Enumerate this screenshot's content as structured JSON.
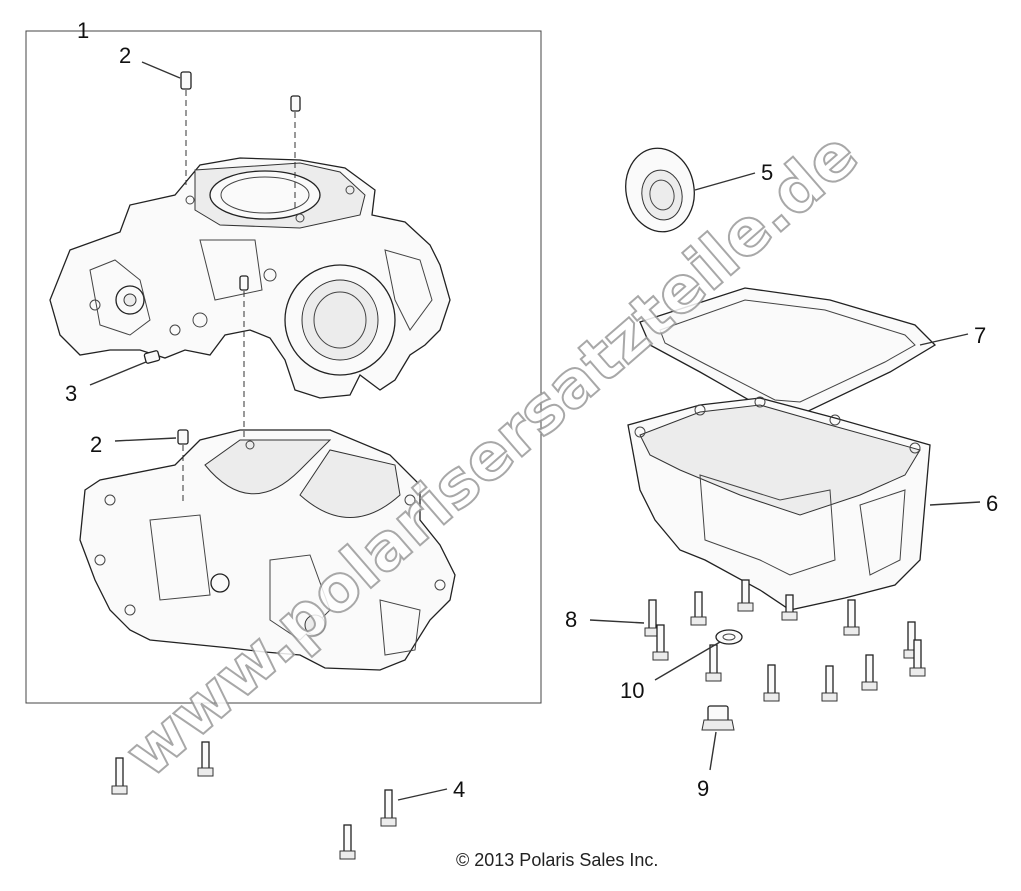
{
  "watermark": "www.polarisersatzteile.de",
  "copyright": "© 2013 Polaris Sales Inc.",
  "callouts": {
    "c1": "1",
    "c2a": "2",
    "c2b": "2",
    "c3": "3",
    "c4": "4",
    "c5": "5",
    "c6": "6",
    "c7": "7",
    "c8": "8",
    "c9": "9",
    "c10": "10"
  }
}
